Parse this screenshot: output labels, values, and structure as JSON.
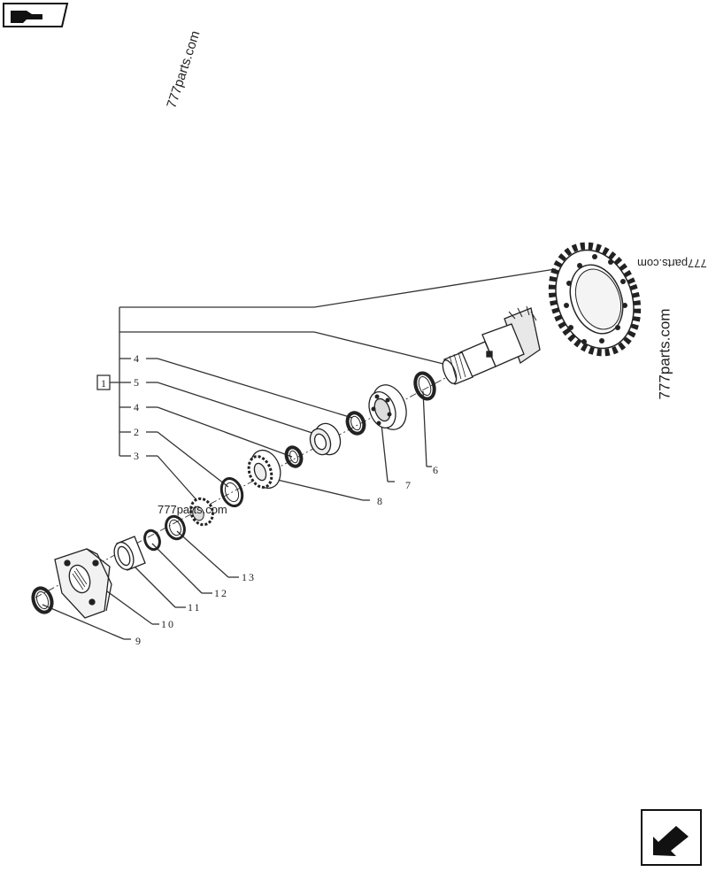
{
  "diagram": {
    "root_label": "1",
    "bracket_labels": [
      "4",
      "5",
      "4",
      "2",
      "3"
    ],
    "part_labels": [
      "6",
      "7",
      "8",
      "9",
      "10",
      "11",
      "12",
      "13"
    ]
  },
  "watermarks": [
    "777parts.com",
    "777parts.com",
    "777parts.com",
    "777parts.com"
  ],
  "nav": {
    "top_icon": "hand-pointer-icon",
    "bottom_icon": "arrow-back-icon"
  }
}
